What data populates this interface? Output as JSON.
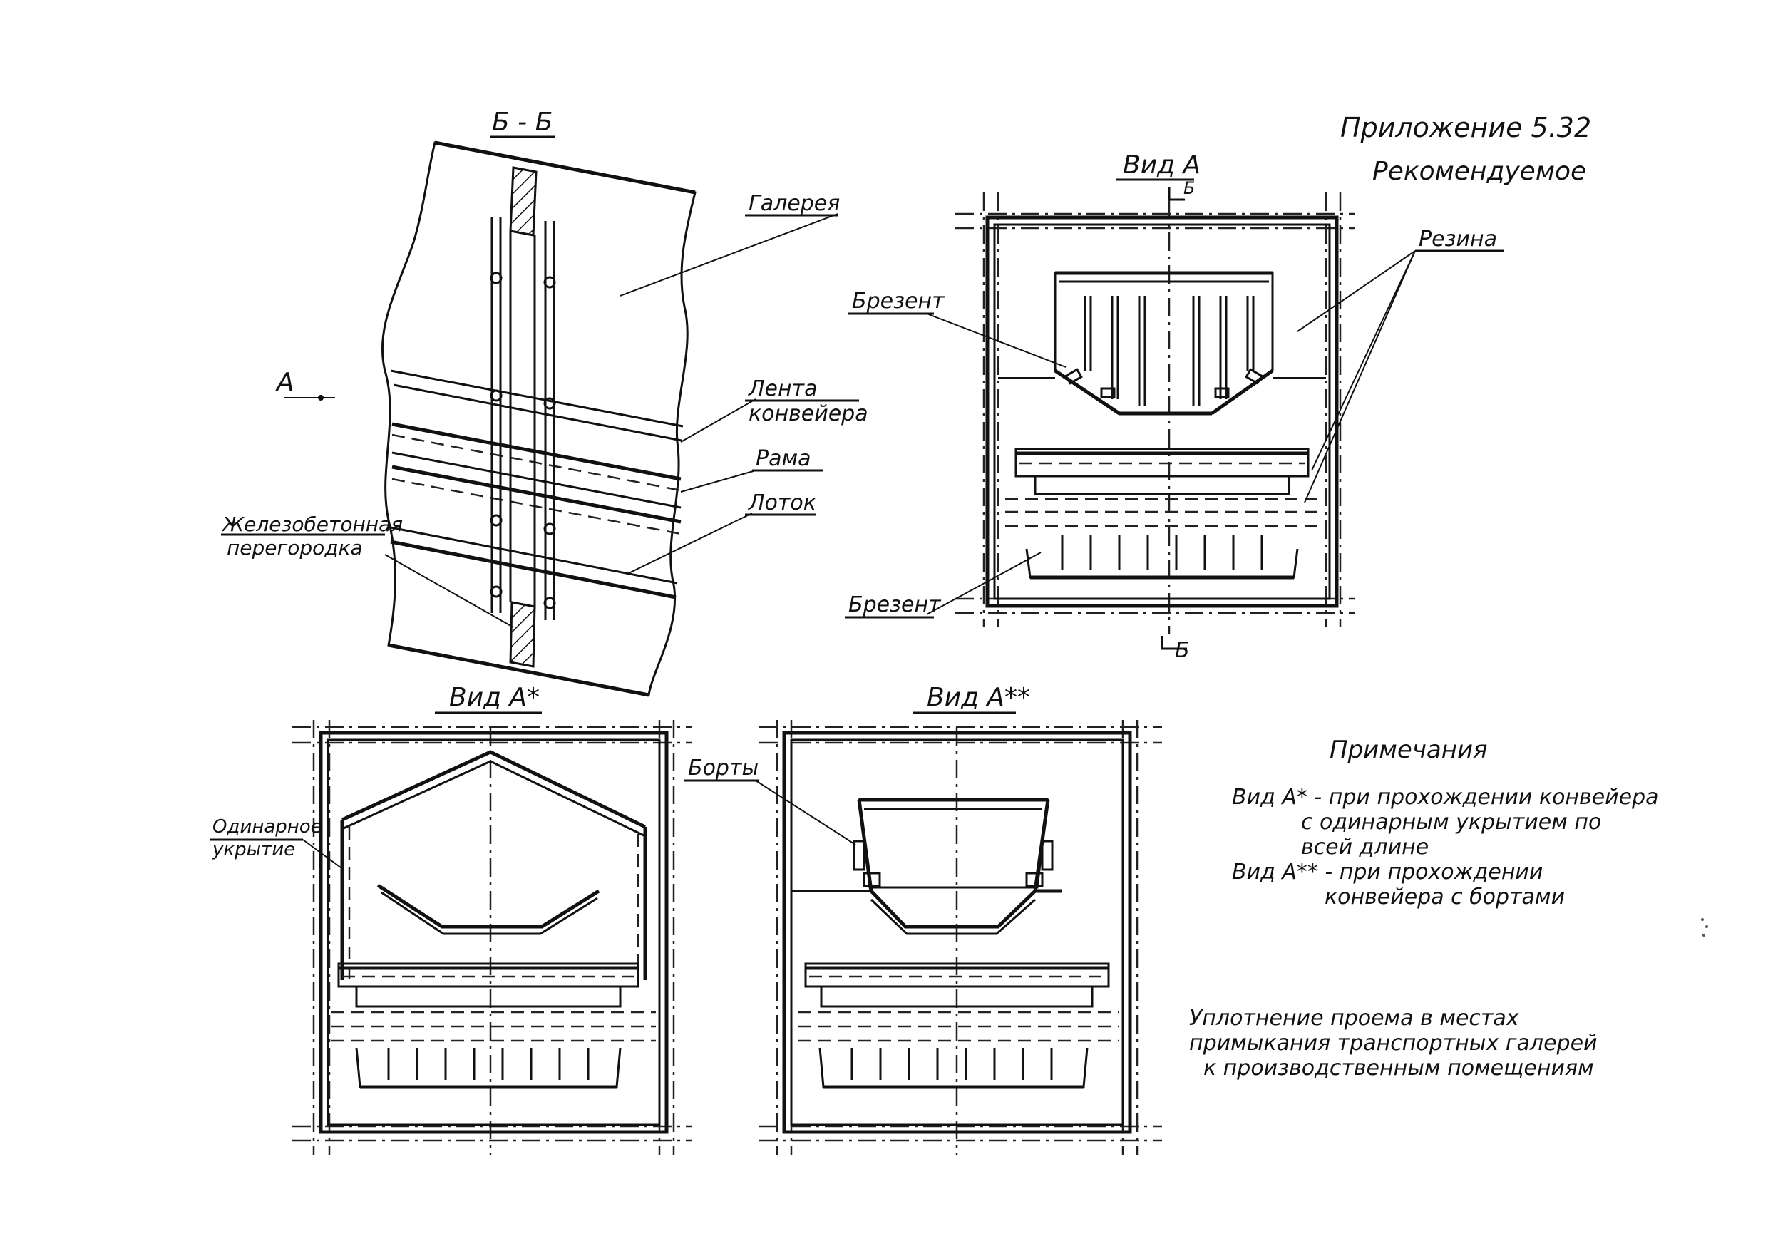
{
  "header": {
    "appendix": "Приложение 5.32",
    "status": "Рекомендуемое"
  },
  "section_bb": {
    "title": "Б - Б",
    "arrow_label": "А",
    "callouts": {
      "gallery": "Галерея",
      "belt_line1": "Лента",
      "belt_line2": "конвейера",
      "frame": "Рама",
      "tray": "Лоток",
      "partition_line1": "Железобетонная",
      "partition_line2": "перегородка"
    }
  },
  "view_a": {
    "title": "Вид А",
    "section_mark_top": "Б",
    "section_mark_bottom": "Б",
    "callouts": {
      "tarp_top": "Брезент",
      "tarp_bottom": "Брезент",
      "rubber": "Резина"
    }
  },
  "view_a1": {
    "title": "Вид А*",
    "callouts": {
      "cover_line1": "Одинарное",
      "cover_line2": "укрытие"
    }
  },
  "view_a2": {
    "title": "Вид А**",
    "callouts": {
      "sides": "Борты"
    }
  },
  "notes": {
    "heading": "Примечания",
    "note1_line1": "Вид А* - при прохождении конвейера",
    "note1_line2": "с одинарным укрытием по",
    "note1_line3": "всей длине",
    "note2_line1": "Вид А** - при прохождении",
    "note2_line2": "конвейера с бортами"
  },
  "caption": {
    "line1": "Уплотнение проема в местах",
    "line2": "примыкания транспортных галерей",
    "line3": "к производственным помещениям"
  }
}
